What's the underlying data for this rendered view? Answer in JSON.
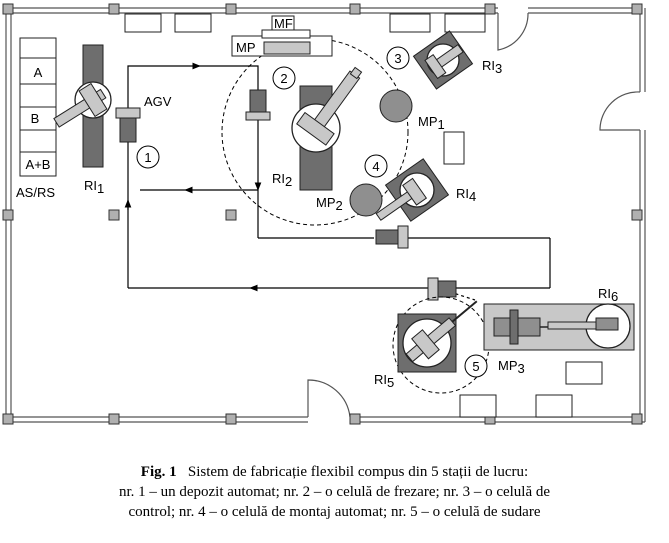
{
  "labels": {
    "agv": "AGV",
    "asrs": "AS/RS",
    "mf": "MF",
    "mp": "MP",
    "ri_prefix": "RI",
    "mp_prefix": "MP",
    "rack_a": "A",
    "rack_b": "B",
    "rack_ab": "A+B"
  },
  "stations": [
    "1",
    "2",
    "3",
    "4",
    "5"
  ],
  "robots": [
    "1",
    "2",
    "3",
    "4",
    "5",
    "6"
  ],
  "machines": [
    "1",
    "2",
    "3"
  ],
  "caption": {
    "fig_label": "Fig. 1",
    "title": "Sistem de fabricație flexibil compus din 5 stații de lucru:",
    "line2": "nr. 1 – un  depozit automat;   nr. 2 – o  celulă de frezare;   nr. 3 – o  celulă de",
    "line3": "control;   nr. 4 – o  celulă de montaj automat;   nr. 5 – o  celulă de sudare"
  },
  "colors": {
    "dark_gray": "#6e6e6e",
    "mid_gray": "#8f8f8f",
    "light_gray": "#c8c8c8",
    "line": "#000000"
  }
}
